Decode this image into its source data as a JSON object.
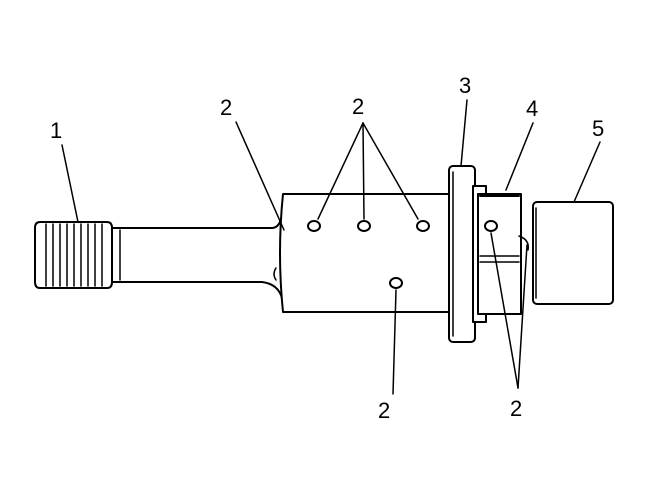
{
  "diagram": {
    "callouts": [
      {
        "id": "c1",
        "text": "1"
      },
      {
        "id": "c2a",
        "text": "2"
      },
      {
        "id": "c2b",
        "text": "2"
      },
      {
        "id": "c2c",
        "text": "2"
      },
      {
        "id": "c2d",
        "text": "2"
      },
      {
        "id": "c3",
        "text": "3"
      },
      {
        "id": "c4",
        "text": "4"
      },
      {
        "id": "c5",
        "text": "5"
      }
    ]
  }
}
